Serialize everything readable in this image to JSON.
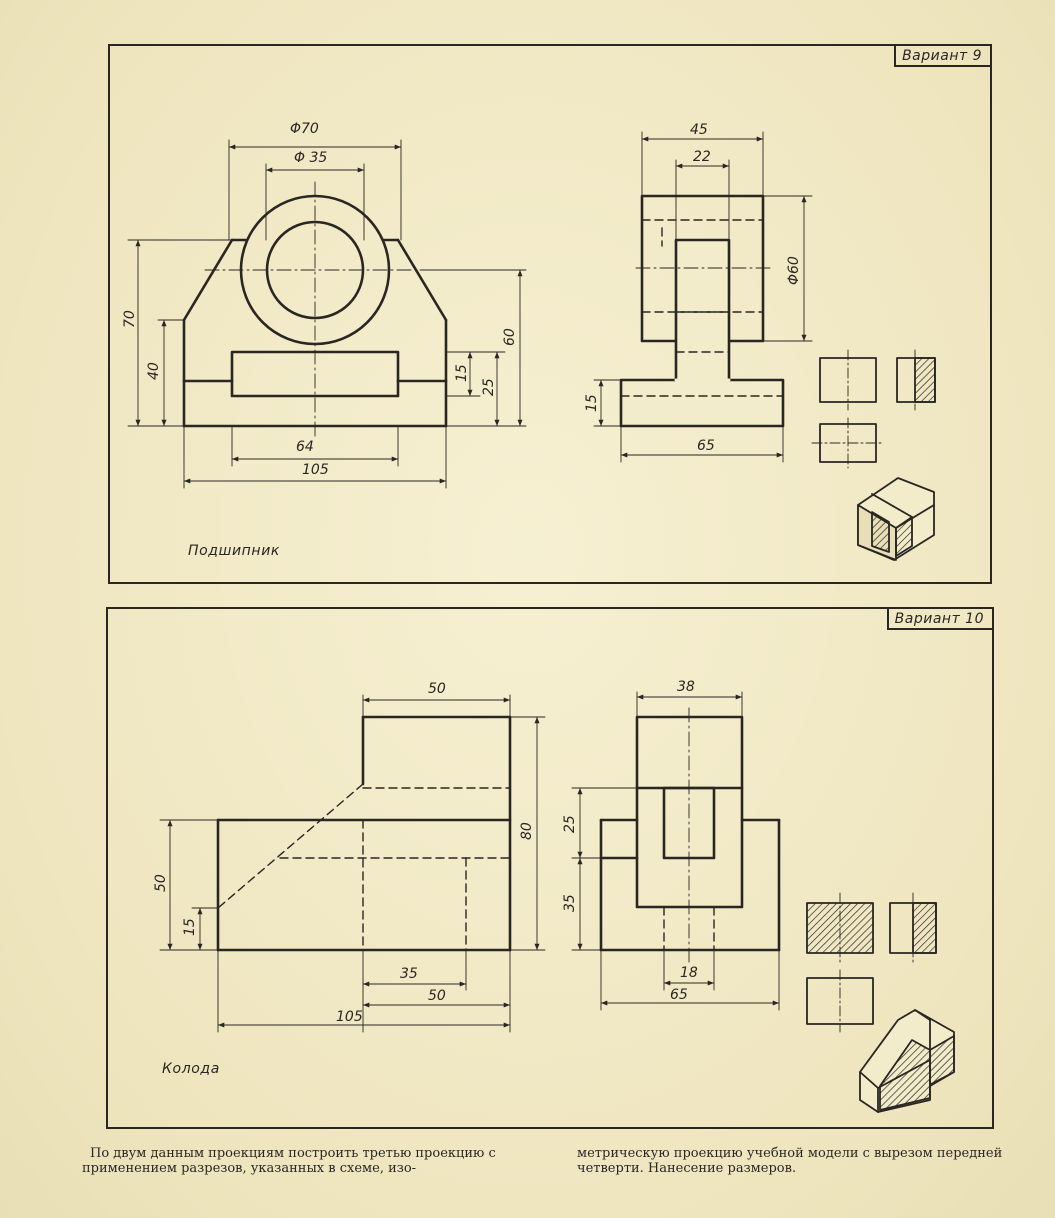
{
  "variant9": {
    "label": "Вариант 9",
    "name": "Подшипник",
    "dims": {
      "d_outer": "Φ70",
      "d_inner": "Φ 35",
      "h_total": "70",
      "h_side": "40",
      "h_slot1": "15",
      "h_slot2": "25",
      "h_center": "60",
      "w_slot": "64",
      "w_total": "105",
      "side_w1": "45",
      "side_w2": "22",
      "side_dia": "Φ60",
      "side_base_h": "15",
      "side_base_w": "65"
    }
  },
  "variant10": {
    "label": "Вариант 10",
    "name": "Колода",
    "dims": {
      "w_top": "50",
      "h_total": "80",
      "h_body": "50",
      "h_low": "15",
      "w_35": "35",
      "w_50b": "50",
      "w_total": "105",
      "side_w_top": "38",
      "side_h25": "25",
      "side_h35": "35",
      "side_w18": "18",
      "side_w65": "65"
    }
  },
  "caption": {
    "left": "По двум данным проекциям построить третью проекцию с применением разрезов, указанных в схеме, изо-",
    "right": "метрическую проекцию учебной модели с вырезом передней четверти. Нанесение размеров."
  },
  "colors": {
    "paper": "#f3ecca",
    "ink": "#2a2622"
  }
}
